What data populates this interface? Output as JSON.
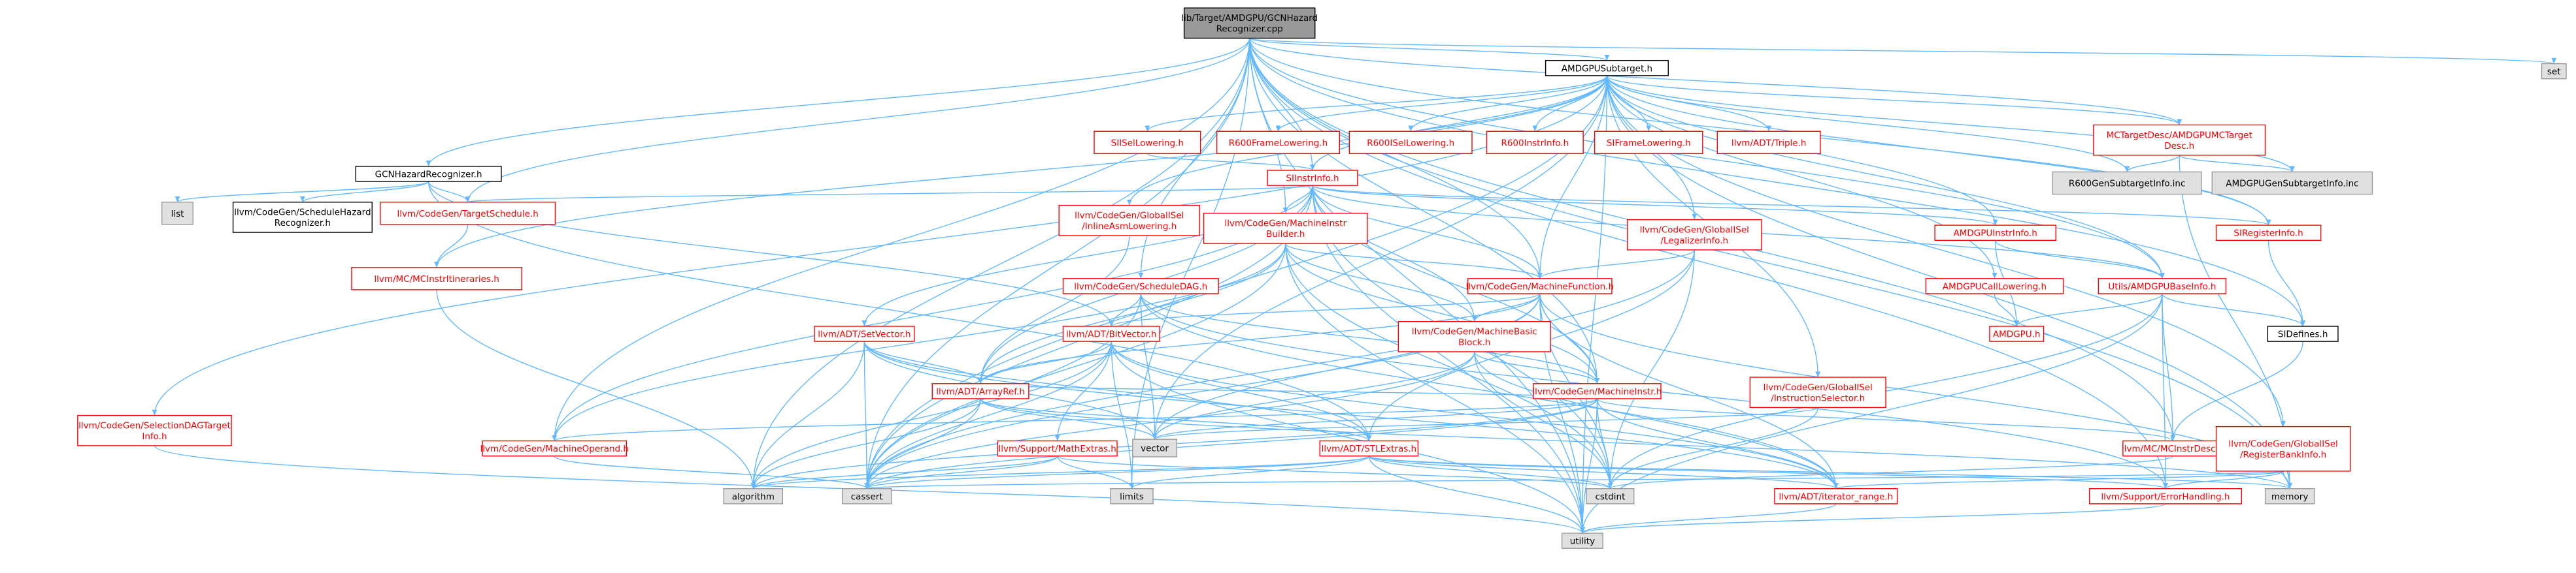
{
  "title": "lib/Target/AMDGPU/GCNHazardRecognizer.cpp include dependency graph",
  "colors": {
    "edge": "#63b8ff",
    "root_fill": "#999999",
    "grey_fill": "#e0e0e0",
    "grey_border": "#999999",
    "red_border": "#ff0000",
    "black_border": "#000000",
    "red_text": "#ff0000",
    "black_text": "#000000"
  },
  "nodes": {
    "root": {
      "lines": [
        "lib/Target/AMDGPU/GCNHazard",
        "Recognizer.cpp"
      ],
      "style": "root"
    },
    "amdgpusubtarget": {
      "lines": [
        "AMDGPUSubtarget.h"
      ],
      "style": "black"
    },
    "set": {
      "lines": [
        "set"
      ],
      "style": "grey"
    },
    "gcnhazard_h": {
      "lines": [
        "GCNHazardRecognizer.h"
      ],
      "style": "black"
    },
    "list": {
      "lines": [
        "list"
      ],
      "style": "grey"
    },
    "schedulehazard": {
      "lines": [
        "llvm/CodeGen/ScheduleHazard",
        "Recognizer.h"
      ],
      "style": "black"
    },
    "targetschedule": {
      "lines": [
        "llvm/CodeGen/TargetSchedule.h"
      ],
      "style": "red"
    },
    "mcinstritineraries": {
      "lines": [
        "llvm/MC/MCInstrItineraries.h"
      ],
      "style": "red"
    },
    "selectiondagtargetinfo": {
      "lines": [
        "llvm/CodeGen/SelectionDAGTarget",
        "Info.h"
      ],
      "style": "red"
    },
    "globalisel_inlineasm": {
      "lines": [
        "llvm/CodeGen/GlobalISel",
        "/InlineAsmLowering.h"
      ],
      "style": "red"
    },
    "sisellowering": {
      "lines": [
        "SIISelLowering.h"
      ],
      "style": "red"
    },
    "r600framelowering": {
      "lines": [
        "R600FrameLowering.h"
      ],
      "style": "red"
    },
    "r600isellowering": {
      "lines": [
        "R600ISelLowering.h"
      ],
      "style": "red"
    },
    "r600instrinfo": {
      "lines": [
        "R600InstrInfo.h"
      ],
      "style": "red"
    },
    "siframelowering": {
      "lines": [
        "SIFrameLowering.h"
      ],
      "style": "red"
    },
    "triple": {
      "lines": [
        "llvm/ADT/Triple.h"
      ],
      "style": "red"
    },
    "mctargetdesc": {
      "lines": [
        "MCTargetDesc/AMDGPUMCTarget",
        "Desc.h"
      ],
      "style": "red"
    },
    "r600gensubtarget": {
      "lines": [
        "R600GenSubtargetInfo.inc"
      ],
      "style": "grey"
    },
    "amdgpugensubtarget": {
      "lines": [
        "AMDGPUGenSubtargetInfo.inc"
      ],
      "style": "grey"
    },
    "siinstrinfo": {
      "lines": [
        "SIInstrInfo.h"
      ],
      "style": "red"
    },
    "machineinstrbuilder": {
      "lines": [
        "llvm/CodeGen/MachineInstr",
        "Builder.h"
      ],
      "style": "red"
    },
    "globalisel_legalizer": {
      "lines": [
        "llvm/CodeGen/GlobalISel",
        "/LegalizerInfo.h"
      ],
      "style": "red"
    },
    "amdgpuinstrinfo": {
      "lines": [
        "AMDGPUInstrInfo.h"
      ],
      "style": "red"
    },
    "siregisterinfo": {
      "lines": [
        "SIRegisterInfo.h"
      ],
      "style": "red"
    },
    "scheduledag": {
      "lines": [
        "llvm/CodeGen/ScheduleDAG.h"
      ],
      "style": "red"
    },
    "machinefunction": {
      "lines": [
        "llvm/CodeGen/MachineFunction.h"
      ],
      "style": "red"
    },
    "amdgpucalllowering": {
      "lines": [
        "AMDGPUCallLowering.h"
      ],
      "style": "red"
    },
    "amdgpubaseinfo": {
      "lines": [
        "Utils/AMDGPUBaseInfo.h"
      ],
      "style": "red"
    },
    "amdgpu_h": {
      "lines": [
        "AMDGPU.h"
      ],
      "style": "red"
    },
    "sidefines": {
      "lines": [
        "SIDefines.h"
      ],
      "style": "black"
    },
    "setvector": {
      "lines": [
        "llvm/ADT/SetVector.h"
      ],
      "style": "red"
    },
    "bitvector": {
      "lines": [
        "llvm/ADT/BitVector.h"
      ],
      "style": "red"
    },
    "machinebasicblock": {
      "lines": [
        "llvm/CodeGen/MachineBasic",
        "Block.h"
      ],
      "style": "red"
    },
    "arrayref": {
      "lines": [
        "llvm/ADT/ArrayRef.h"
      ],
      "style": "red"
    },
    "machineinstr": {
      "lines": [
        "llvm/CodeGen/MachineInstr.h"
      ],
      "style": "red"
    },
    "instructionselector": {
      "lines": [
        "llvm/CodeGen/GlobalISel",
        "/InstructionSelector.h"
      ],
      "style": "red"
    },
    "machineoperand": {
      "lines": [
        "llvm/CodeGen/MachineOperand.h"
      ],
      "style": "red"
    },
    "mathextras": {
      "lines": [
        "llvm/Support/MathExtras.h"
      ],
      "style": "red"
    },
    "vector": {
      "lines": [
        "vector"
      ],
      "style": "grey"
    },
    "stlextras": {
      "lines": [
        "llvm/ADT/STLExtras.h"
      ],
      "style": "red"
    },
    "mcinstrdesc": {
      "lines": [
        "llvm/MC/MCInstrDesc.h"
      ],
      "style": "red"
    },
    "registerbankinfo": {
      "lines": [
        "llvm/CodeGen/GlobalISel",
        "/RegisterBankInfo.h"
      ],
      "style": "red"
    },
    "algorithm": {
      "lines": [
        "algorithm"
      ],
      "style": "grey"
    },
    "cassert": {
      "lines": [
        "cassert"
      ],
      "style": "grey"
    },
    "limits": {
      "lines": [
        "limits"
      ],
      "style": "grey"
    },
    "cstdint": {
      "lines": [
        "cstdint"
      ],
      "style": "grey"
    },
    "iterator_range": {
      "lines": [
        "llvm/ADT/iterator_range.h"
      ],
      "style": "red"
    },
    "errorhandling": {
      "lines": [
        "llvm/Support/ErrorHandling.h"
      ],
      "style": "red"
    },
    "memory": {
      "lines": [
        "memory"
      ],
      "style": "grey"
    },
    "utility": {
      "lines": [
        "utility"
      ],
      "style": "grey"
    }
  },
  "edges": [
    [
      "root",
      "amdgpusubtarget"
    ],
    [
      "root",
      "set"
    ],
    [
      "root",
      "gcnhazard_h"
    ],
    [
      "root",
      "siinstrinfo"
    ],
    [
      "root",
      "scheduledag"
    ],
    [
      "root",
      "machinefunction"
    ],
    [
      "root",
      "machineinstrbuilder"
    ],
    [
      "root",
      "machineoperand"
    ],
    [
      "root",
      "targetschedule"
    ],
    [
      "root",
      "amdgpubaseinfo"
    ],
    [
      "root",
      "sidefines"
    ],
    [
      "root",
      "siregisterinfo"
    ],
    [
      "root",
      "mcinstrdesc"
    ],
    [
      "root",
      "mctargetdesc"
    ],
    [
      "root",
      "errorhandling"
    ],
    [
      "root",
      "limits"
    ],
    [
      "root",
      "utility"
    ],
    [
      "root",
      "algorithm"
    ],
    [
      "root",
      "cassert"
    ],
    [
      "root",
      "memory"
    ],
    [
      "root",
      "machineinstr"
    ],
    [
      "amdgpusubtarget",
      "selectiondagtargetinfo"
    ],
    [
      "amdgpusubtarget",
      "mcinstritineraries"
    ],
    [
      "amdgpusubtarget",
      "globalisel_inlineasm"
    ],
    [
      "amdgpusubtarget",
      "sisellowering"
    ],
    [
      "amdgpusubtarget",
      "r600framelowering"
    ],
    [
      "amdgpusubtarget",
      "r600isellowering"
    ],
    [
      "amdgpusubtarget",
      "r600instrinfo"
    ],
    [
      "amdgpusubtarget",
      "siframelowering"
    ],
    [
      "amdgpusubtarget",
      "triple"
    ],
    [
      "amdgpusubtarget",
      "mctargetdesc"
    ],
    [
      "amdgpusubtarget",
      "r600gensubtarget"
    ],
    [
      "amdgpusubtarget",
      "amdgpugensubtarget"
    ],
    [
      "amdgpusubtarget",
      "siinstrinfo"
    ],
    [
      "amdgpusubtarget",
      "globalisel_legalizer"
    ],
    [
      "amdgpusubtarget",
      "amdgpuinstrinfo"
    ],
    [
      "amdgpusubtarget",
      "amdgpucalllowering"
    ],
    [
      "amdgpusubtarget",
      "amdgpubaseinfo"
    ],
    [
      "amdgpusubtarget",
      "instructionselector"
    ],
    [
      "amdgpusubtarget",
      "registerbankinfo"
    ],
    [
      "amdgpusubtarget",
      "siregisterinfo"
    ],
    [
      "amdgpusubtarget",
      "machinefunction"
    ],
    [
      "amdgpusubtarget",
      "cassert"
    ],
    [
      "amdgpusubtarget",
      "utility"
    ],
    [
      "amdgpusubtarget",
      "memory"
    ],
    [
      "amdgpusubtarget",
      "vector"
    ],
    [
      "gcnhazard_h",
      "list"
    ],
    [
      "gcnhazard_h",
      "schedulehazard"
    ],
    [
      "gcnhazard_h",
      "targetschedule"
    ],
    [
      "gcnhazard_h",
      "bitvector"
    ],
    [
      "gcnhazard_h",
      "stlextras"
    ],
    [
      "targetschedule",
      "mcinstritineraries"
    ],
    [
      "mcinstritineraries",
      "algorithm"
    ],
    [
      "selectiondagtargetinfo",
      "utility"
    ],
    [
      "globalisel_inlineasm",
      "arrayref"
    ],
    [
      "sisellowering",
      "siinstrinfo"
    ],
    [
      "mctargetdesc",
      "r600gensubtarget"
    ],
    [
      "mctargetdesc",
      "amdgpugensubtarget"
    ],
    [
      "mctargetdesc",
      "memory"
    ],
    [
      "siinstrinfo",
      "machineinstrbuilder"
    ],
    [
      "siinstrinfo",
      "setvector"
    ],
    [
      "siinstrinfo",
      "amdgpuinstrinfo"
    ],
    [
      "siinstrinfo",
      "siregisterinfo"
    ],
    [
      "siinstrinfo",
      "amdgpubaseinfo"
    ],
    [
      "siinstrinfo",
      "machinefunction"
    ],
    [
      "siinstrinfo",
      "machinebasicblock"
    ],
    [
      "siinstrinfo",
      "machineinstr"
    ],
    [
      "siinstrinfo",
      "arrayref"
    ],
    [
      "siinstrinfo",
      "cstdint"
    ],
    [
      "siinstrinfo",
      "cassert"
    ],
    [
      "siinstrinfo",
      "utility"
    ],
    [
      "siinstrinfo",
      "machineoperand"
    ],
    [
      "siinstrinfo",
      "targetschedule"
    ],
    [
      "machineinstrbuilder",
      "machinefunction"
    ],
    [
      "machineinstrbuilder",
      "machinebasicblock"
    ],
    [
      "machineinstrbuilder",
      "machineinstr"
    ],
    [
      "machineinstrbuilder",
      "machineoperand"
    ],
    [
      "machineinstrbuilder",
      "arrayref"
    ],
    [
      "machineinstrbuilder",
      "cstdint"
    ],
    [
      "machineinstrbuilder",
      "utility"
    ],
    [
      "machineinstrbuilder",
      "cassert"
    ],
    [
      "globalisel_legalizer",
      "machinefunction"
    ],
    [
      "globalisel_legalizer",
      "stlextras"
    ],
    [
      "globalisel_legalizer",
      "cstdint"
    ],
    [
      "globalisel_legalizer",
      "cassert"
    ],
    [
      "amdgpuinstrinfo",
      "amdgpubaseinfo"
    ],
    [
      "amdgpuinstrinfo",
      "amdgpu_h"
    ],
    [
      "siregisterinfo",
      "sidefines"
    ],
    [
      "amdgpucalllowering",
      "amdgpu_h"
    ],
    [
      "amdgpubaseinfo",
      "amdgpu_h"
    ],
    [
      "amdgpubaseinfo",
      "sidefines"
    ],
    [
      "amdgpubaseinfo",
      "mcinstrdesc"
    ],
    [
      "amdgpubaseinfo",
      "errorhandling"
    ],
    [
      "amdgpubaseinfo",
      "cstdint"
    ],
    [
      "amdgpubaseinfo",
      "utility"
    ],
    [
      "sidefines",
      "mcinstrdesc"
    ],
    [
      "scheduledag",
      "bitvector"
    ],
    [
      "scheduledag",
      "machineinstr"
    ],
    [
      "scheduledag",
      "iterator_range"
    ],
    [
      "scheduledag",
      "cassert"
    ],
    [
      "scheduledag",
      "vector"
    ],
    [
      "scheduledag",
      "errorhandling"
    ],
    [
      "machinefunction",
      "bitvector"
    ],
    [
      "machinefunction",
      "machinebasicblock"
    ],
    [
      "machinefunction",
      "machineinstr"
    ],
    [
      "machinefunction",
      "arrayref"
    ],
    [
      "machinefunction",
      "cassert"
    ],
    [
      "machinefunction",
      "cstdint"
    ],
    [
      "machinefunction",
      "memory"
    ],
    [
      "machinefunction",
      "utility"
    ],
    [
      "machinefunction",
      "vector"
    ],
    [
      "machinefunction",
      "iterator_range"
    ],
    [
      "setvector",
      "arrayref"
    ],
    [
      "setvector",
      "stlextras"
    ],
    [
      "setvector",
      "algorithm"
    ],
    [
      "setvector",
      "cassert"
    ],
    [
      "setvector",
      "iterator_range"
    ],
    [
      "setvector",
      "vector"
    ],
    [
      "bitvector",
      "arrayref"
    ],
    [
      "bitvector",
      "stlextras"
    ],
    [
      "bitvector",
      "iterator_range"
    ],
    [
      "bitvector",
      "mathextras"
    ],
    [
      "bitvector",
      "algorithm"
    ],
    [
      "bitvector",
      "cassert"
    ],
    [
      "bitvector",
      "limits"
    ],
    [
      "bitvector",
      "utility"
    ],
    [
      "machinebasicblock",
      "machineinstr"
    ],
    [
      "machinebasicblock",
      "iterator_range"
    ],
    [
      "machinebasicblock",
      "cassert"
    ],
    [
      "machinebasicblock",
      "cstdint"
    ],
    [
      "machinebasicblock",
      "vector"
    ],
    [
      "arrayref",
      "stlextras"
    ],
    [
      "arrayref",
      "algorithm"
    ],
    [
      "arrayref",
      "cassert"
    ],
    [
      "arrayref",
      "memory"
    ],
    [
      "arrayref",
      "vector"
    ],
    [
      "machineinstr",
      "machineoperand"
    ],
    [
      "machineinstr",
      "iterator_range"
    ],
    [
      "machineinstr",
      "mcinstrdesc"
    ],
    [
      "machineinstr",
      "arrayref"
    ],
    [
      "machineinstr",
      "cstdint"
    ],
    [
      "machineinstr",
      "utility"
    ],
    [
      "machineinstr",
      "vector"
    ],
    [
      "machineinstr",
      "algorithm"
    ],
    [
      "machineinstr",
      "cassert"
    ],
    [
      "instructionselector",
      "cstdint"
    ],
    [
      "instructionselector",
      "vector"
    ],
    [
      "machineoperand",
      "cassert"
    ],
    [
      "mathextras",
      "algorithm"
    ],
    [
      "mathextras",
      "cassert"
    ],
    [
      "mathextras",
      "limits"
    ],
    [
      "mathextras",
      "cstdint"
    ],
    [
      "stlextras",
      "cassert"
    ],
    [
      "stlextras",
      "limits"
    ],
    [
      "stlextras",
      "cstdint"
    ],
    [
      "stlextras",
      "memory"
    ],
    [
      "stlextras",
      "utility"
    ],
    [
      "stlextras",
      "iterator_range"
    ],
    [
      "stlextras",
      "errorhandling"
    ],
    [
      "stlextras",
      "algorithm"
    ],
    [
      "mcinstrdesc",
      "cstdint"
    ],
    [
      "registerbankinfo",
      "errorhandling"
    ],
    [
      "registerbankinfo",
      "iterator_range"
    ],
    [
      "registerbankinfo",
      "memory"
    ],
    [
      "registerbankinfo",
      "cassert"
    ],
    [
      "iterator_range",
      "utility"
    ],
    [
      "errorhandling",
      "utility"
    ]
  ]
}
